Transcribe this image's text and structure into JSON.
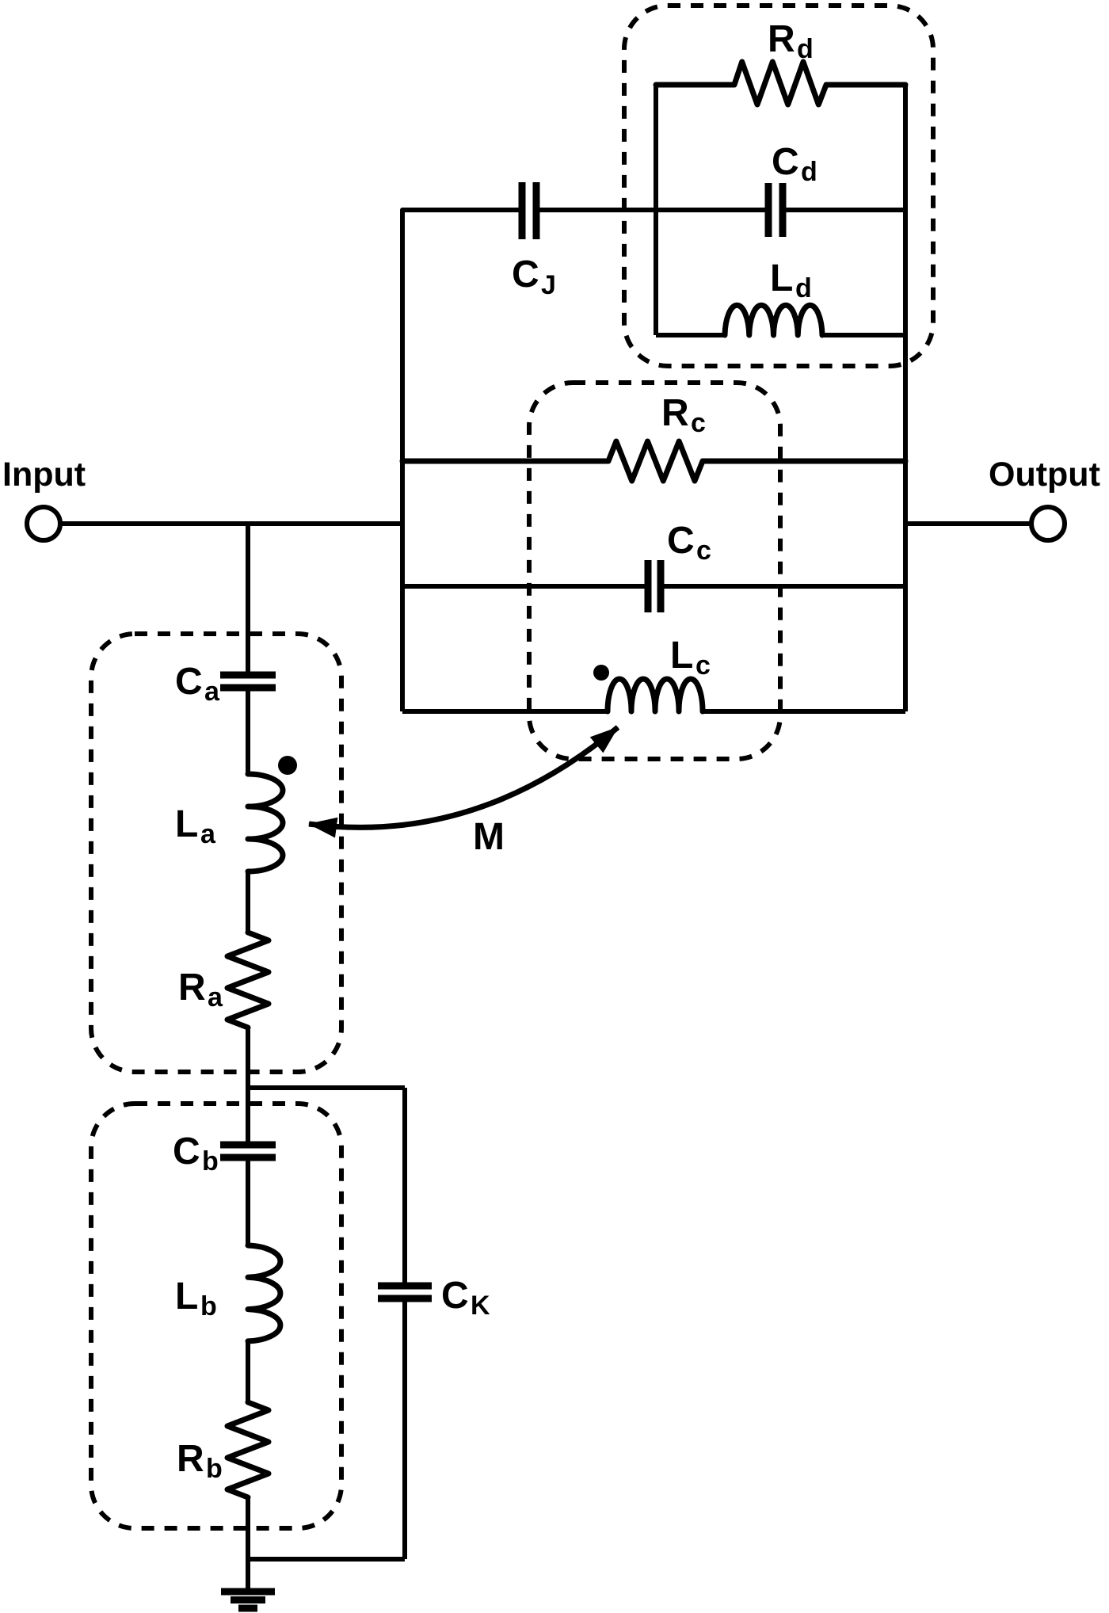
{
  "diagram": {
    "kind": "equivalent-circuit-schematic",
    "colors": {
      "line": "#000000",
      "background": "#ffffff"
    },
    "terminals": {
      "input": "Input",
      "output": "Output"
    },
    "mutual": {
      "label": "M"
    },
    "components": {
      "cj": {
        "main": "C",
        "sub": "J",
        "type": "capacitor"
      },
      "rd": {
        "main": "R",
        "sub": "d",
        "type": "resistor"
      },
      "cd": {
        "main": "C",
        "sub": "d",
        "type": "capacitor"
      },
      "ld": {
        "main": "L",
        "sub": "d",
        "type": "inductor"
      },
      "rc": {
        "main": "R",
        "sub": "c",
        "type": "resistor"
      },
      "cc": {
        "main": "C",
        "sub": "c",
        "type": "capacitor"
      },
      "lc": {
        "main": "L",
        "sub": "c",
        "type": "inductor"
      },
      "ca": {
        "main": "C",
        "sub": "a",
        "type": "capacitor"
      },
      "la": {
        "main": "L",
        "sub": "a",
        "type": "inductor"
      },
      "ra": {
        "main": "R",
        "sub": "a",
        "type": "resistor"
      },
      "cb": {
        "main": "C",
        "sub": "b",
        "type": "capacitor"
      },
      "lb": {
        "main": "L",
        "sub": "b",
        "type": "inductor"
      },
      "rb": {
        "main": "R",
        "sub": "b",
        "type": "resistor"
      },
      "ck": {
        "main": "C",
        "sub": "K",
        "type": "capacitor"
      }
    },
    "groups": {
      "group_a": [
        "ca",
        "la",
        "ra"
      ],
      "group_b": [
        "cb",
        "lb",
        "rb"
      ],
      "group_c": [
        "rc",
        "cc",
        "lc"
      ],
      "group_d": [
        "rd",
        "cd",
        "ld"
      ]
    }
  }
}
